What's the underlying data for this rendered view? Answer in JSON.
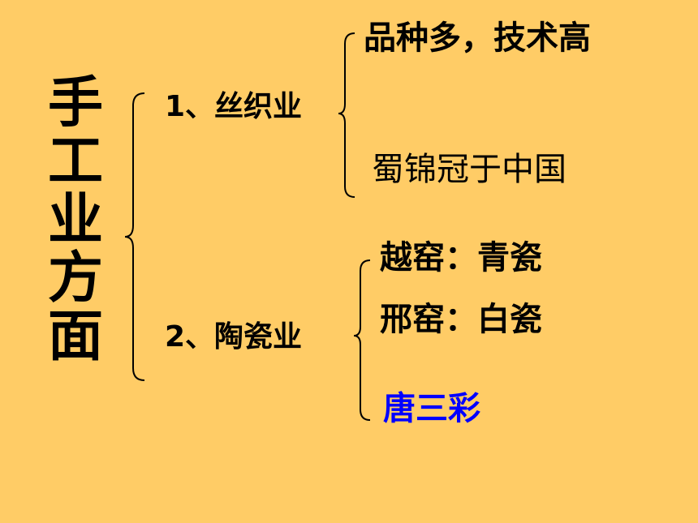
{
  "colors": {
    "background": "#FFCC66",
    "text": "#000000",
    "highlight": "#0000FF"
  },
  "title": "手工业方面",
  "branches": [
    {
      "label": "1、丝织业",
      "items": [
        "品种多，技术高",
        "蜀锦冠于中国"
      ]
    },
    {
      "label": "2、陶瓷业",
      "items": [
        "越窑：青瓷",
        "邢窑：白瓷",
        "唐三彩"
      ]
    }
  ]
}
